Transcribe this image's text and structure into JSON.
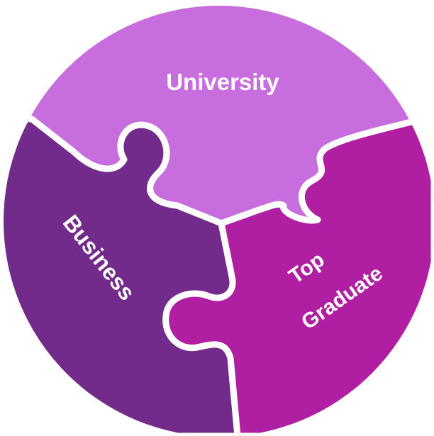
{
  "diagram": {
    "pieces": [
      {
        "id": "university",
        "label": "University",
        "color": "#c86ddd"
      },
      {
        "id": "business",
        "label": "Business",
        "color": "#722a8b"
      },
      {
        "id": "top-graduate",
        "label_line1": "Top",
        "label_line2": "Graduate",
        "color": "#b01ea2"
      }
    ],
    "outline_color": "#ffffff"
  }
}
